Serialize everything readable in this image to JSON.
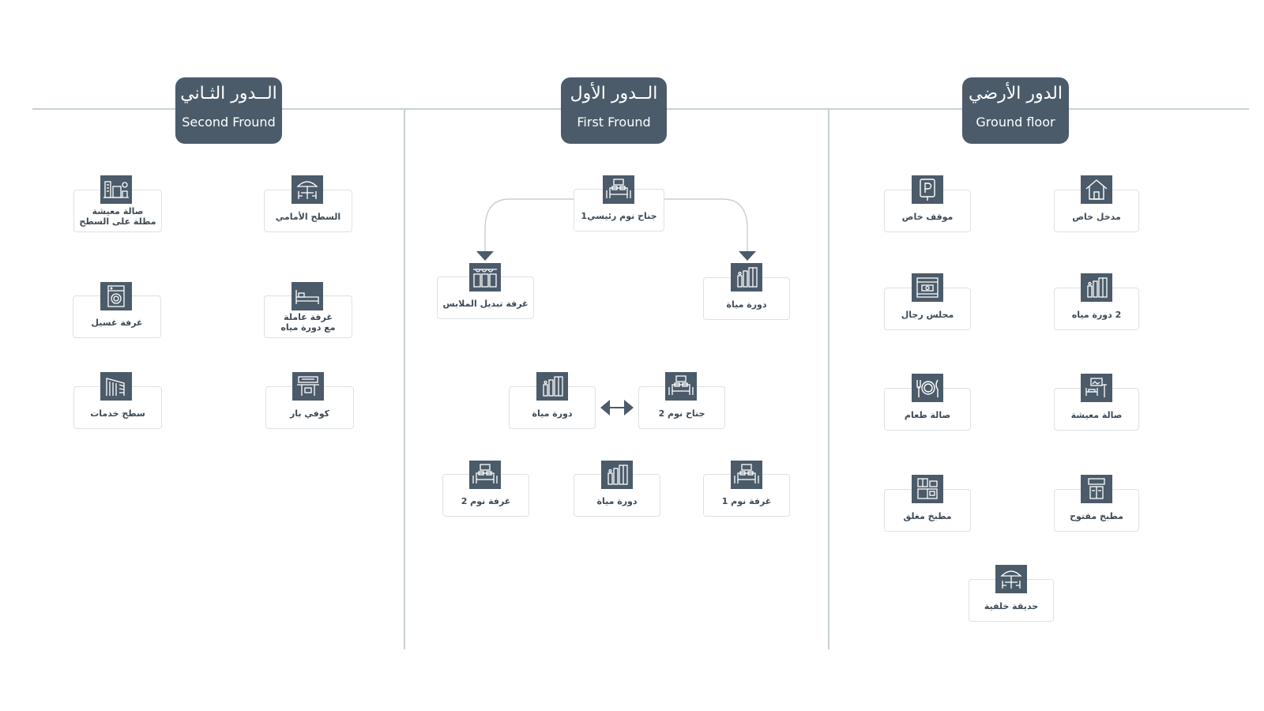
{
  "floors": {
    "second": {
      "title_ar": "الــدور الثـاني",
      "title_en": "Second Fround"
    },
    "first": {
      "title_ar": "الــدور الأول",
      "title_en": "First Fround"
    },
    "ground": {
      "title_ar": "الدور الأرضي",
      "title_en": "Ground floor"
    }
  },
  "rooms": {
    "second": {
      "rooftop_living": "صالة معيشة\nمطلة على السطح",
      "front_roof": "السطح الأمامي",
      "laundry": "غرفة غسيل",
      "maid_room": "غرفة عاملة\nمع دورة مياه",
      "service_roof": "سطح خدمات",
      "coffee_bar": "كوفي بار"
    },
    "first": {
      "master_suite": "جناح نوم رئيسي1",
      "dressing_room": "غرفة تبديل الملابس",
      "master_bathroom": "دورة مياة",
      "suite2_bathroom": "دورة مياة",
      "suite2": "جناح نوم 2",
      "bedroom2": "غرفة نوم 2",
      "shared_bathroom": "دورة مياة",
      "bedroom1": "غرفة نوم 1"
    },
    "ground": {
      "private_parking": "موقف خاص",
      "private_entrance": "مدخل خاص",
      "mens_majlis": "مجلس رجال",
      "bathroom2": "2 دورة مياه",
      "dining_hall": "صالة طعام",
      "living_hall": "صالة معيشة",
      "closed_kitchen": "مطبخ مغلق",
      "open_kitchen": "مطبخ مفتوح",
      "back_garden": "حديقة خلفية"
    }
  },
  "colors": {
    "accent": "#4b5b6a",
    "line": "#c9d1d4",
    "card_border": "#dde2e4",
    "text": "#3d4a55"
  },
  "icons": {
    "rooftop_living": "city-view-icon",
    "front_roof": "umbrella-table-icon",
    "laundry": "washing-machine-icon",
    "maid_room": "bed-icon",
    "service_roof": "building-icon",
    "coffee_bar": "coffee-counter-icon",
    "bedroom": "bedroom-icon",
    "dressing_room": "wardrobe-icon",
    "bathroom": "bathroom-icon",
    "parking": "parking-icon",
    "entrance": "house-icon",
    "majlis": "majlis-icon",
    "dining": "dining-plate-icon",
    "living": "living-room-icon",
    "kitchen": "kitchen-icon",
    "garden": "garden-umbrella-icon"
  }
}
